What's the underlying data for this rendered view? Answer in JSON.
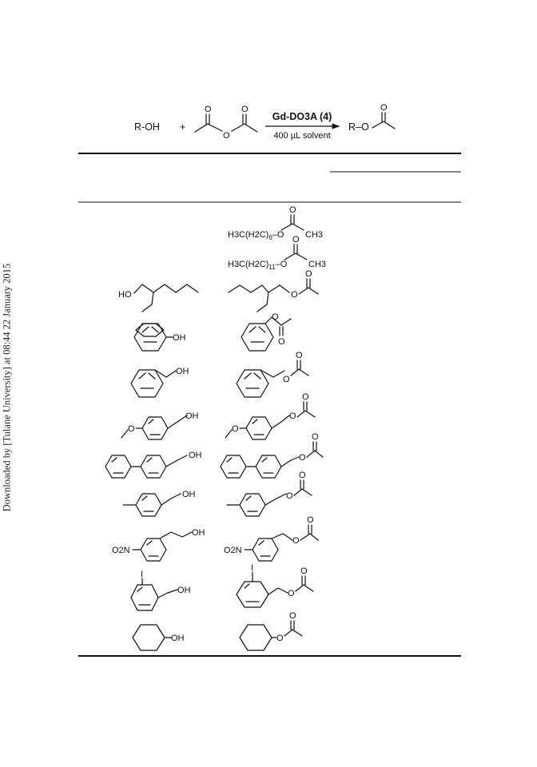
{
  "sidebar_note": "Downloaded by [Tulane University] at 08:44 22 January 2015",
  "scheme": {
    "reactant": "R-OH",
    "plus": "+",
    "catalyst": "Gd-DO3A (4)",
    "conditions": "400 µL solvent",
    "product_prefix": "R–O",
    "o_atom": "O"
  },
  "rows": [
    {
      "substrate": "",
      "product": "H3C(H2C)6–O acetate"
    },
    {
      "substrate": "",
      "product": "H3C(H2C)11–O acetate"
    },
    {
      "substrate": "2-ethylhexanol",
      "product": "2-ethylhexyl acetate",
      "substrate_label": "HO"
    },
    {
      "substrate": "phenol",
      "product": "phenyl acetate",
      "substrate_label": "OH"
    },
    {
      "substrate": "benzyl alcohol",
      "product": "benzyl acetate",
      "substrate_label": "OH"
    },
    {
      "substrate": "4-methoxybenzyl alcohol",
      "product": "4-methoxybenzyl acetate",
      "substrate_label": "OH"
    },
    {
      "substrate": "4-phenylbenzyl alcohol",
      "product": "4-phenylbenzyl acetate",
      "substrate_label": "OH"
    },
    {
      "substrate": "4-methylbenzyl alcohol",
      "product": "4-methylbenzyl acetate",
      "substrate_label": "OH"
    },
    {
      "substrate": "4-nitrobenzyl alcohol",
      "product": "4-nitrobenzyl acetate",
      "substrate_label": "OH",
      "nitro_label": "O2N"
    },
    {
      "substrate": "2-iodobenzyl alcohol",
      "product": "2-iodobenzyl acetate",
      "substrate_label": "OH",
      "iodo_label": "I"
    },
    {
      "substrate": "cyclohexanol",
      "product": "cyclohexyl acetate",
      "substrate_label": "OH"
    }
  ],
  "labels": {
    "h3c": "H3C(H2C)",
    "sub6": "6",
    "sub11": "11",
    "ch3": "CH3",
    "o2n": "O2N",
    "iodo": "I",
    "oh": "OH",
    "ho": "HO",
    "o": "O"
  }
}
